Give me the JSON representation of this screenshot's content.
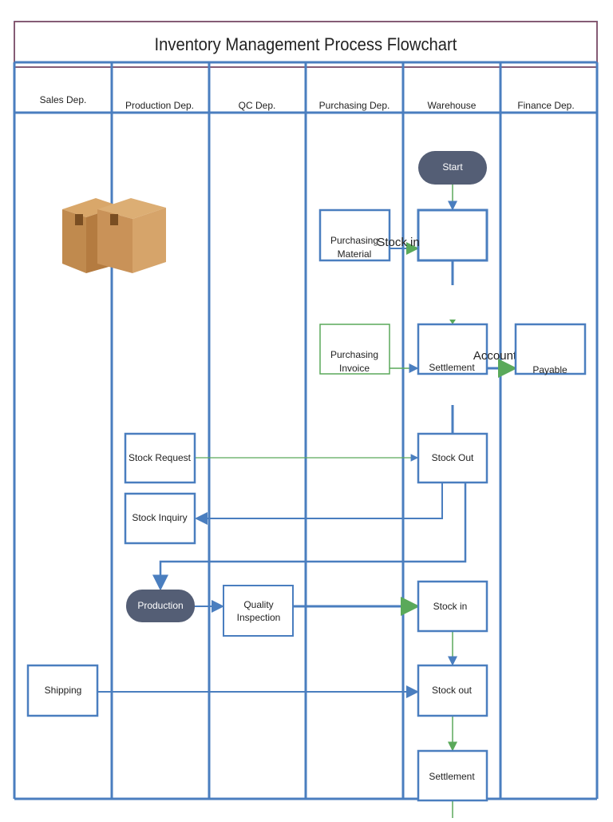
{
  "title": "Inventory Management Process Flowchart",
  "lanes": [
    "Sales Dep.",
    "Production Dep.",
    "QC Dep.",
    "Purchasing Dep.",
    "Warehouse",
    "Finance Dep."
  ],
  "nodes": {
    "start": "Start",
    "purchasing_material": [
      "Purchasing",
      "Material"
    ],
    "stock_in_label": "Stock in",
    "purchasing_invoice": [
      "Purchasing",
      "Invoice"
    ],
    "settlement_1": "Settlement",
    "account_label": "Account",
    "payable": "Payable",
    "stock_request": "Stock Request",
    "stock_out_1": "Stock Out",
    "stock_inquiry": "Stock Inquiry",
    "production": "Production",
    "quality_inspection": [
      "Quality",
      "Inspection"
    ],
    "stock_in_2": "Stock in",
    "shipping": "Shipping",
    "stock_out_2": "Stock out",
    "settlement_2": "Settlement"
  },
  "colors": {
    "lane_line": "#4a7ebf",
    "terminal_fill": "#545e75",
    "flow_green": "#5aa95a",
    "title_border": "#c0392b"
  }
}
